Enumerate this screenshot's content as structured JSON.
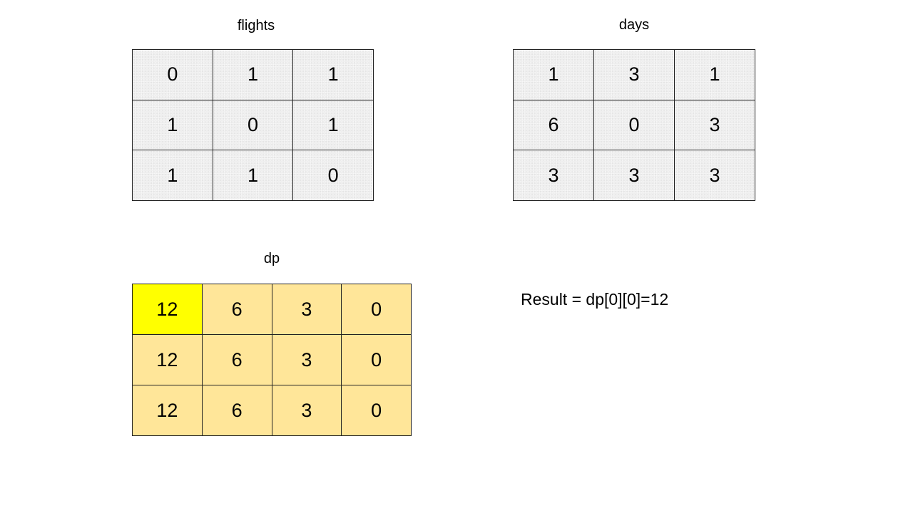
{
  "flights": {
    "title": "flights",
    "rows": [
      [
        "0",
        "1",
        "1"
      ],
      [
        "1",
        "0",
        "1"
      ],
      [
        "1",
        "1",
        "0"
      ]
    ]
  },
  "days": {
    "title": "days",
    "rows": [
      [
        "1",
        "3",
        "1"
      ],
      [
        "6",
        "0",
        "3"
      ],
      [
        "3",
        "3",
        "3"
      ]
    ]
  },
  "dp": {
    "title": "dp",
    "rows": [
      [
        "12",
        "6",
        "3",
        "0"
      ],
      [
        "12",
        "6",
        "3",
        "0"
      ],
      [
        "12",
        "6",
        "3",
        "0"
      ]
    ],
    "highlight": {
      "row": 0,
      "col": 0
    },
    "highlight_color": "#ffff00",
    "cell_color": "#ffe699"
  },
  "result": {
    "text": "Result = dp[0][0]=12"
  }
}
